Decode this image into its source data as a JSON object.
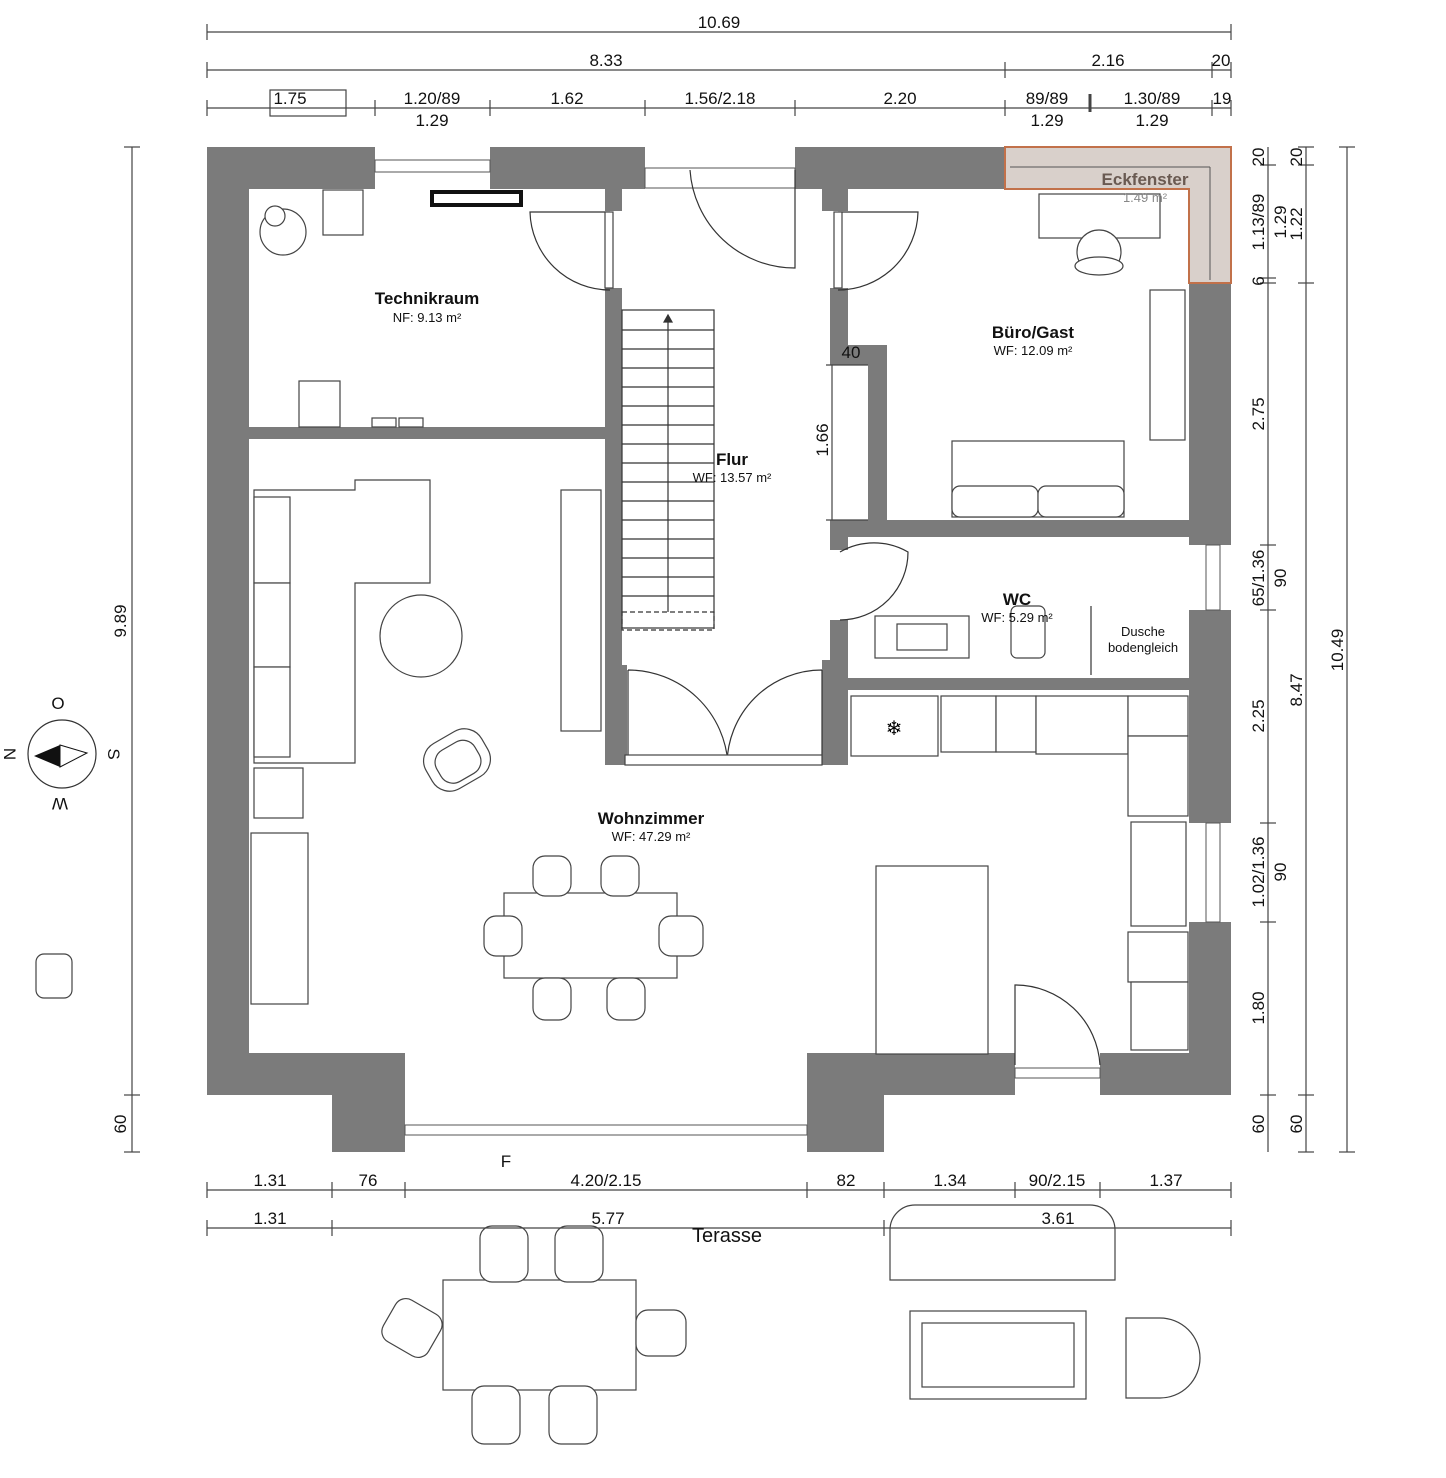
{
  "colors": {
    "wall": "#7b7b7b",
    "eckfenster_fill": "#d9d0cb",
    "eckfenster_border": "#c2714a",
    "eckfenster_text": "#6a5a52"
  },
  "rooms": {
    "technikraum": {
      "name": "Technikraum",
      "area": "NF: 9.13 m²"
    },
    "flur": {
      "name": "Flur",
      "area": "WF: 13.57 m²"
    },
    "buero": {
      "name": "Büro/Gast",
      "area": "WF: 12.09 m²"
    },
    "wc": {
      "name": "WC",
      "area": "WF: 5.29 m²"
    },
    "wohnzimmer": {
      "name": "Wohnzimmer",
      "area": "WF: 47.29 m²"
    },
    "eckfenster": {
      "name": "Eckfenster",
      "area": "1.49 m²"
    },
    "dusche": {
      "line1": "Dusche",
      "line2": "bodengleich"
    },
    "terasse": "Terasse",
    "f_label": "F"
  },
  "dimensions": {
    "top_total": "10.69",
    "top_row2": [
      "8.33",
      "2.16",
      "20"
    ],
    "top_row3_upper": [
      "1.75",
      "1.20/89",
      "1.62",
      "1.56/2.18",
      "2.20",
      "89/89",
      "1.30/89",
      "19"
    ],
    "top_row3_lower": [
      "1.29",
      "1.29",
      "1.29"
    ],
    "left": [
      "9.89",
      "60"
    ],
    "right_inner": [
      "20",
      "1.13/89",
      "6",
      "2.75",
      "65/1.36",
      "2.25",
      "1.02/1.36",
      "1.80",
      "60"
    ],
    "right_inner_lower": [
      "1.29",
      "90",
      "90"
    ],
    "right_mid": [
      "20",
      "1.22",
      "8.47",
      "60"
    ],
    "right_outer": "10.49",
    "shaft_width": "40",
    "shaft_height": "1.66",
    "bottom_row1": [
      "1.31",
      "76",
      "4.20/2.15",
      "82",
      "1.34",
      "90/2.15",
      "1.37"
    ],
    "bottom_row2": [
      "1.31",
      "5.77",
      "3.61"
    ]
  },
  "compass": {
    "top": "O",
    "left": "N",
    "right": "S",
    "bottom": "W"
  }
}
